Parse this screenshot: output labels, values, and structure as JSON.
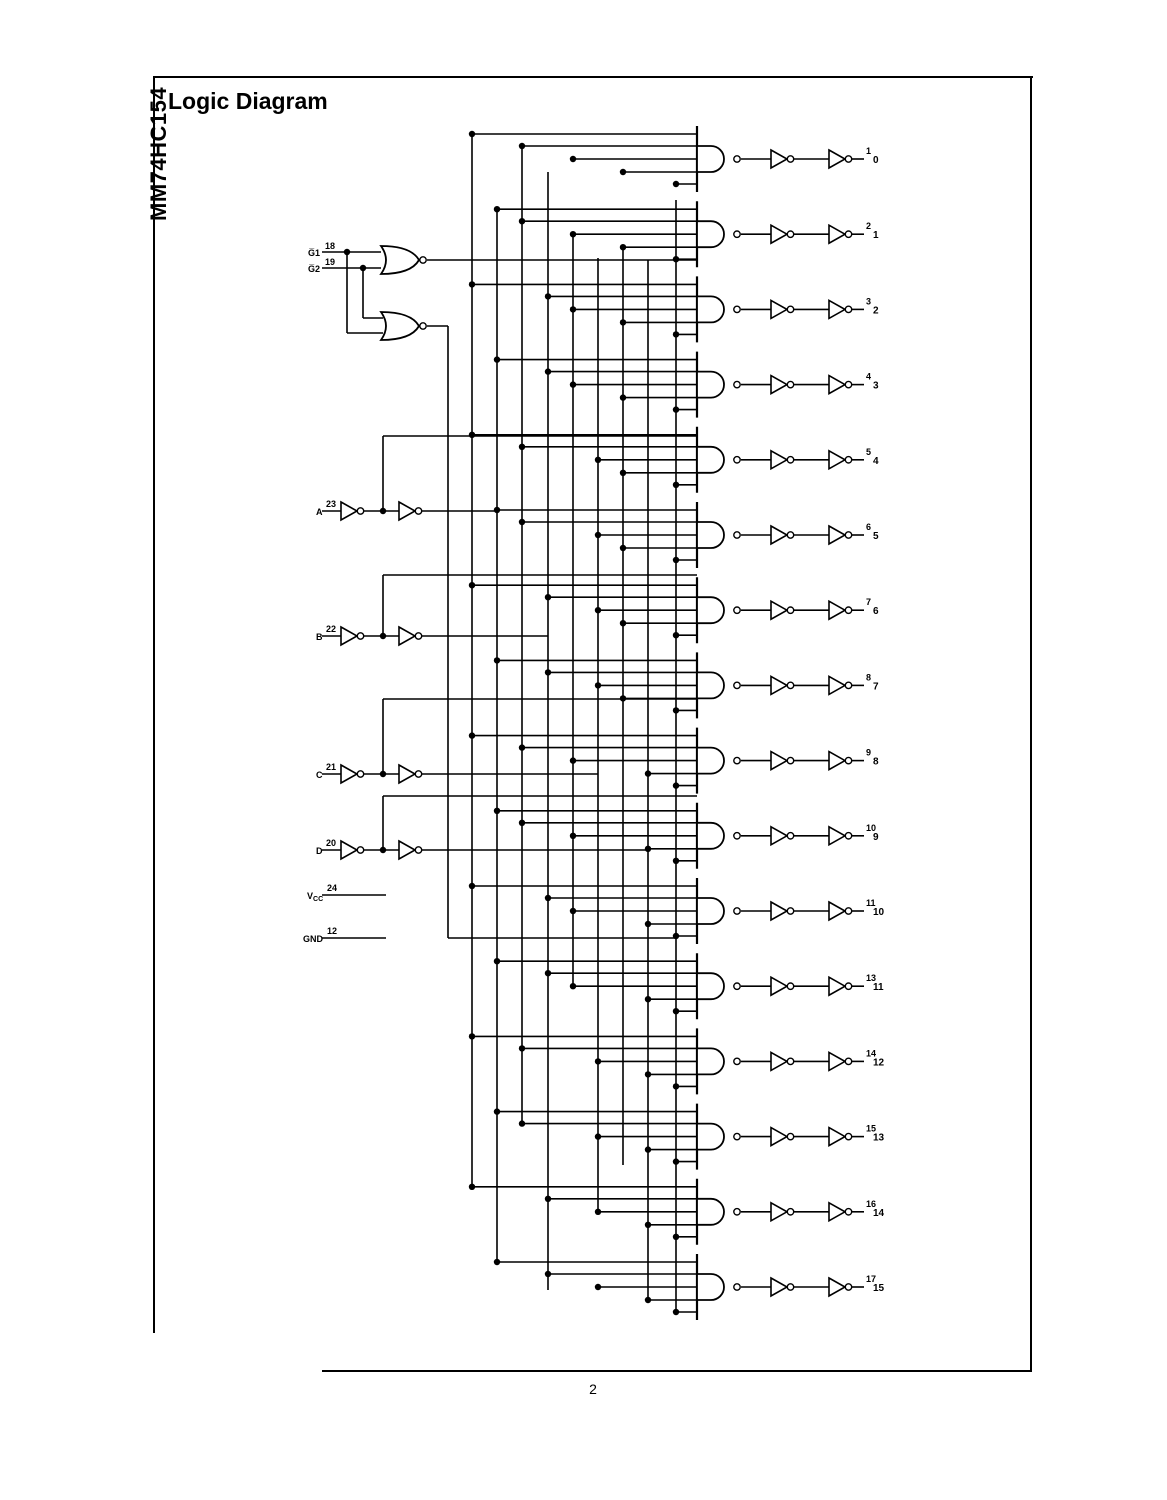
{
  "document": {
    "side_title": "MM74HC154",
    "heading": "Logic Diagram",
    "page_number": "2"
  },
  "diagram": {
    "enable_inputs": [
      {
        "label": "G̅1",
        "pin": "18"
      },
      {
        "label": "G̅2",
        "pin": "19"
      }
    ],
    "address_inputs": [
      {
        "label": "A",
        "pin": "23"
      },
      {
        "label": "B",
        "pin": "22"
      },
      {
        "label": "C",
        "pin": "21"
      },
      {
        "label": "D",
        "pin": "20"
      }
    ],
    "power_pins": [
      {
        "label": "V",
        "sub": "CC",
        "pin": "24"
      },
      {
        "label": "GND",
        "sub": "",
        "pin": "12"
      }
    ],
    "outputs": [
      {
        "pin": "1",
        "output": "0"
      },
      {
        "pin": "2",
        "output": "1"
      },
      {
        "pin": "3",
        "output": "2"
      },
      {
        "pin": "4",
        "output": "3"
      },
      {
        "pin": "5",
        "output": "4"
      },
      {
        "pin": "6",
        "output": "5"
      },
      {
        "pin": "7",
        "output": "6"
      },
      {
        "pin": "8",
        "output": "7"
      },
      {
        "pin": "9",
        "output": "8"
      },
      {
        "pin": "10",
        "output": "9"
      },
      {
        "pin": "11",
        "output": "10"
      },
      {
        "pin": "13",
        "output": "11"
      },
      {
        "pin": "14",
        "output": "12"
      },
      {
        "pin": "15",
        "output": "13"
      },
      {
        "pin": "16",
        "output": "14"
      },
      {
        "pin": "17",
        "output": "15"
      }
    ]
  }
}
